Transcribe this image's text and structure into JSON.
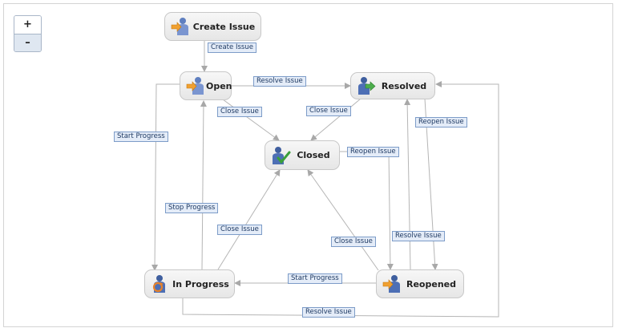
{
  "zoom": {
    "in_label": "+",
    "out_label": "–"
  },
  "nodes": {
    "create_issue": {
      "label": "Create Issue",
      "icon": "person-arrow-icon"
    },
    "open": {
      "label": "Open",
      "icon": "person-arrow-icon"
    },
    "resolved": {
      "label": "Resolved",
      "icon": "person-green-arrow-icon"
    },
    "closed": {
      "label": "Closed",
      "icon": "person-checkmark-icon"
    },
    "in_progress": {
      "label": "In Progress",
      "icon": "person-refresh-icon"
    },
    "reopened": {
      "label": "Reopened",
      "icon": "person-arrow-icon"
    }
  },
  "transitions": {
    "create_issue": "Create Issue",
    "open_resolve": "Resolve Issue",
    "open_close": "Close Issue",
    "resolved_close": "Close Issue",
    "resolved_reopen": "Reopen Issue",
    "start_progress_open": "Start Progress",
    "closed_reopen": "Reopen Issue",
    "stop_progress": "Stop Progress",
    "inprogress_close": "Close Issue",
    "reopened_close": "Close Issue",
    "reopened_resolve": "Resolve Issue",
    "start_progress_reopened": "Start Progress",
    "inprogress_resolve": "Resolve Issue"
  }
}
